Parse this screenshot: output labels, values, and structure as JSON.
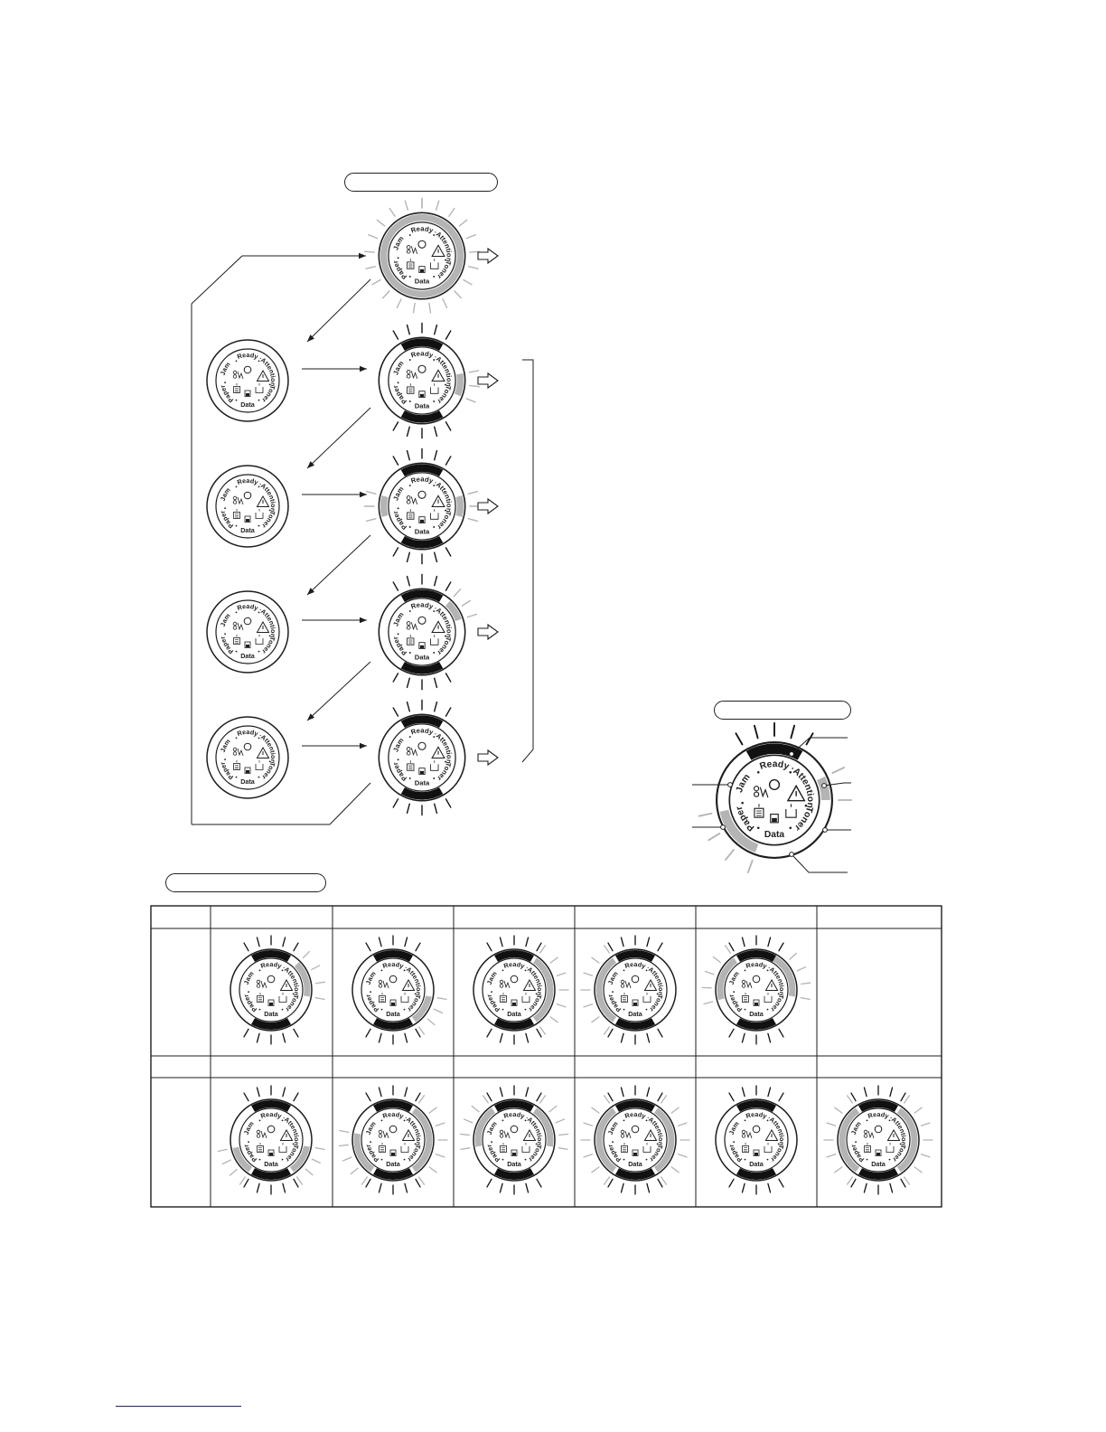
{
  "panel": {
    "labels": {
      "ready": "Ready",
      "attention": "·Attention·",
      "toner": "Toner",
      "data": "Data",
      "paper": "Paper",
      "jam": "Jam"
    },
    "icon_names": [
      "ready-circle-icon",
      "jam-icon",
      "attention-triangle-icon",
      "paper-tray-icon",
      "toner-icon",
      "data-icon"
    ]
  },
  "colors": {
    "line": "#1e1e1e",
    "lit": "#111111",
    "blink": "#b4b4b4",
    "accent_rule": "#1a1aa0"
  },
  "sequence": {
    "rows": [
      {
        "lit": [],
        "blink": [
          [
            0,
            360
          ]
        ]
      },
      {
        "lit": [
          [
            330,
            30
          ],
          [
            150,
            210
          ]
        ],
        "blink": [
          [
            80,
            112
          ]
        ]
      },
      {
        "lit": [
          [
            330,
            30
          ],
          [
            150,
            210
          ]
        ],
        "blink": [
          [
            75,
            105
          ],
          [
            255,
            285
          ]
        ]
      },
      {
        "lit": [
          [
            330,
            30
          ],
          [
            150,
            210
          ]
        ],
        "blink": [
          [
            42,
            72
          ]
        ]
      },
      {
        "lit": [
          [
            330,
            30
          ],
          [
            150,
            210
          ]
        ],
        "blink": []
      }
    ]
  },
  "legend_panel": {
    "lit": [
      [
        330,
        30
      ]
    ],
    "blink": [
      [
        65,
        90
      ],
      [
        200,
        258
      ]
    ]
  },
  "table": {
    "row1": [
      {
        "lit": [
          [
            330,
            30
          ],
          [
            150,
            210
          ]
        ],
        "blink": [
          [
            45,
            100
          ]
        ]
      },
      {
        "lit": [
          [
            330,
            30
          ],
          [
            150,
            210
          ]
        ],
        "blink": [
          [
            100,
            145
          ]
        ]
      },
      {
        "lit": [
          [
            330,
            30
          ],
          [
            150,
            210
          ]
        ],
        "blink": [
          [
            35,
            145
          ]
        ]
      },
      {
        "lit": [
          [
            330,
            30
          ],
          [
            150,
            210
          ]
        ],
        "blink": [
          [
            215,
            325
          ]
        ]
      },
      {
        "lit": [
          [
            330,
            30
          ],
          [
            150,
            210
          ]
        ],
        "blink": [
          [
            30,
            100
          ],
          [
            255,
            325
          ]
        ]
      },
      null
    ],
    "row2": [
      {
        "lit": [
          [
            330,
            30
          ],
          [
            150,
            210
          ]
        ],
        "blink": [
          [
            100,
            145
          ],
          [
            215,
            258
          ]
        ]
      },
      {
        "lit": [
          [
            330,
            30
          ],
          [
            150,
            210
          ]
        ],
        "blink": [
          [
            35,
            145
          ],
          [
            215,
            280
          ]
        ]
      },
      {
        "lit": [
          [
            330,
            30
          ],
          [
            150,
            210
          ]
        ],
        "blink": [
          [
            35,
            100
          ],
          [
            260,
            325
          ]
        ]
      },
      {
        "lit": [
          [
            330,
            30
          ],
          [
            150,
            210
          ]
        ],
        "blink": [
          [
            35,
            145
          ],
          [
            215,
            325
          ]
        ]
      },
      {
        "lit": [
          [
            330,
            30
          ],
          [
            150,
            210
          ]
        ],
        "blink": []
      },
      {
        "lit": [
          [
            330,
            30
          ],
          [
            150,
            210
          ]
        ],
        "blink": [
          [
            35,
            145
          ],
          [
            215,
            325
          ]
        ]
      }
    ]
  }
}
